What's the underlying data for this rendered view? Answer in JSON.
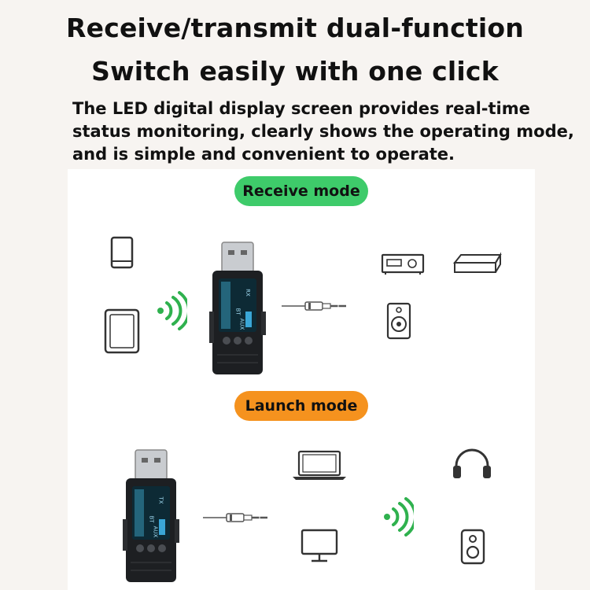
{
  "header": {
    "title_line1": "Receive/transmit dual-function",
    "title_line2": "Switch easily with one click",
    "description": "The LED digital display screen provides real-time status monitoring, clearly shows the operating mode, and is simple and convenient to operate."
  },
  "modes": {
    "receive_label": "Receive mode",
    "launch_label": "Launch mode"
  },
  "device_screen": {
    "rx_badge": "RX",
    "bt_badge": "BT",
    "aux_badge": "AUX",
    "tx_badge": "TX"
  },
  "colors": {
    "receive": "#3ecb6a",
    "launch": "#f5921e",
    "wifi_green": "#2fb14e",
    "device_body": "#1d1f22"
  },
  "icons": {
    "receive_sources": [
      "smartphone-icon",
      "tablet-icon"
    ],
    "receive_outputs": [
      "stereo-receiver-icon",
      "set-top-box-icon",
      "speaker-icon"
    ],
    "launch_outputs": [
      "laptop-icon",
      "headphones-icon",
      "monitor-icon",
      "speaker-icon"
    ]
  }
}
